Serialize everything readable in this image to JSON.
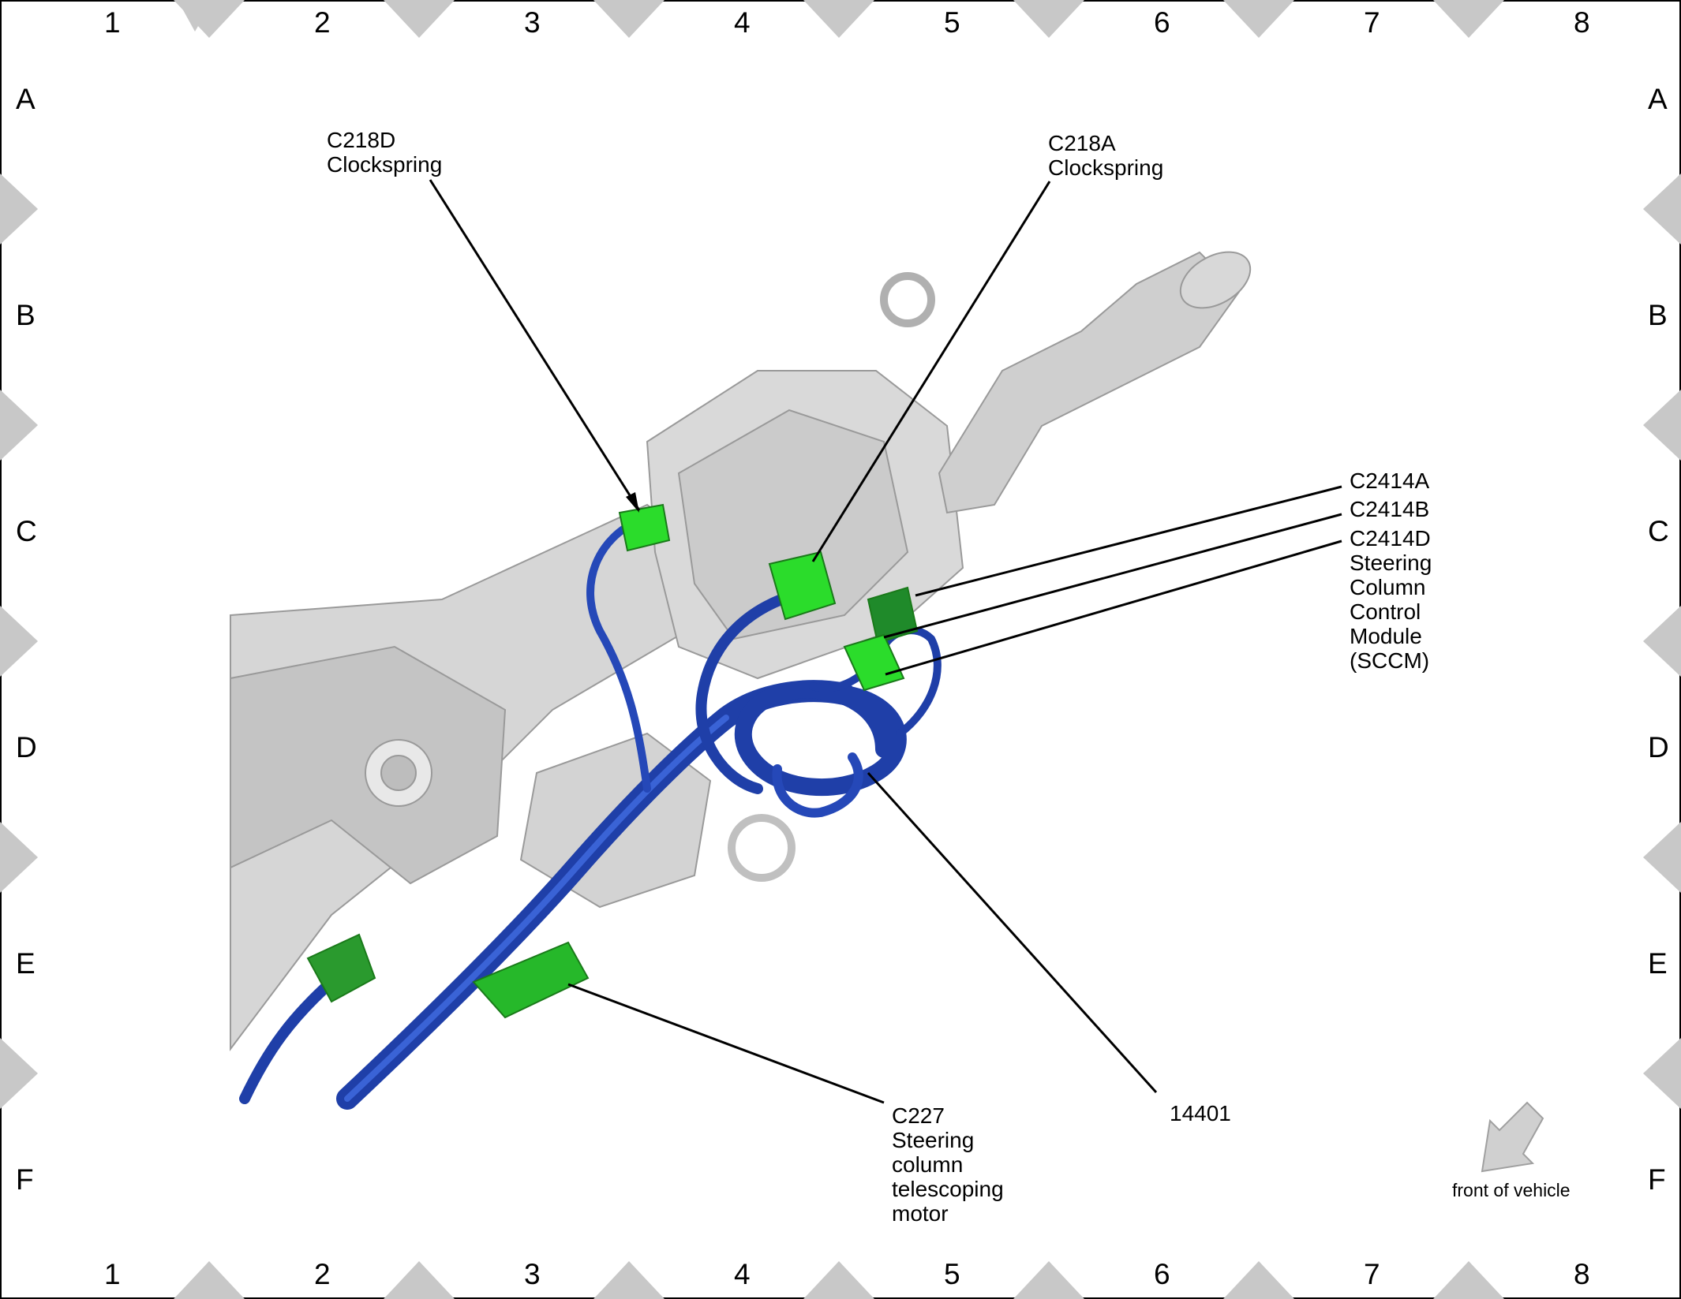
{
  "grid": {
    "columns": [
      "1",
      "2",
      "3",
      "4",
      "5",
      "6",
      "7",
      "8"
    ],
    "rows": [
      "A",
      "B",
      "C",
      "D",
      "E",
      "F"
    ]
  },
  "callouts": {
    "c218d": [
      "C218D",
      "Clockspring"
    ],
    "c218a": [
      "C218A",
      "Clockspring"
    ],
    "c2414a": [
      "C2414A"
    ],
    "c2414b": [
      "C2414B"
    ],
    "c2414d": [
      "C2414D",
      "Steering",
      "Column",
      "Control",
      "Module",
      "(SCCM)"
    ],
    "c227": [
      "C227",
      "Steering",
      "column",
      "telescoping",
      "motor"
    ],
    "harness": [
      "14401"
    ]
  },
  "orientation": {
    "label": "front of vehicle",
    "icon": "arrow-down-left-icon"
  },
  "colors": {
    "harness_blue": "#1f3fa8",
    "harness_highlight": "#3a63d6",
    "connector_green": "#2bdc2b",
    "connector_dark_green": "#1f8a2a",
    "housing_grey": "#cfcfcf",
    "tick_grey": "#c8c8c8"
  }
}
